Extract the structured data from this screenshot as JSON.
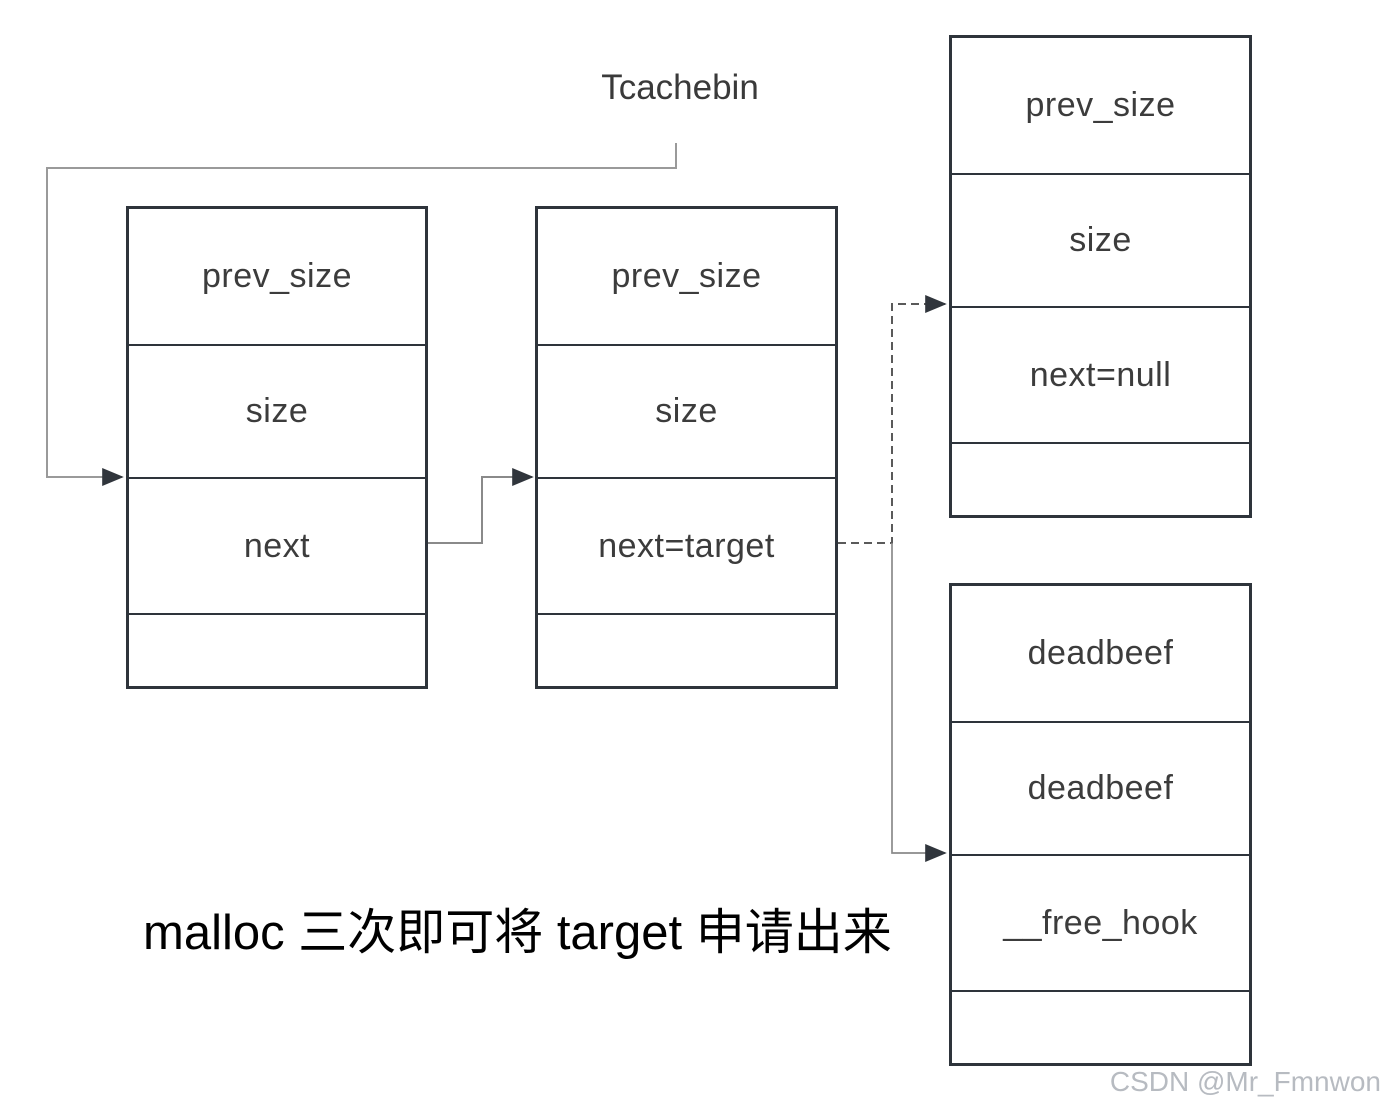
{
  "diagram": {
    "title": "Tcachebin",
    "caption": "malloc 三次即可将 target 申请出来",
    "watermark": "CSDN @Mr_Fmnwon",
    "chunks": [
      {
        "id": "chunk-1",
        "rows": [
          "prev_size",
          "size",
          "next",
          ""
        ]
      },
      {
        "id": "chunk-2",
        "rows": [
          "prev_size",
          "size",
          "next=target",
          ""
        ]
      },
      {
        "id": "chunk-3",
        "rows": [
          "prev_size",
          "size",
          "next=null",
          ""
        ]
      },
      {
        "id": "chunk-4",
        "rows": [
          "deadbeef",
          "deadbeef",
          "__free_hook",
          ""
        ]
      }
    ],
    "connections": [
      {
        "from": "Tcachebin",
        "to": "chunk-1.next",
        "style": "solid-gray"
      },
      {
        "from": "chunk-1.next",
        "to": "chunk-2.next",
        "style": "solid-gray"
      },
      {
        "from": "chunk-2.next=target",
        "to": "chunk-3.next=null",
        "style": "dashed"
      },
      {
        "from": "chunk-2.next=target",
        "to": "chunk-4.__free_hook",
        "style": "solid-thin"
      }
    ],
    "colors": {
      "box_border": "#2e343b",
      "box_text": "#3c3c3c",
      "caption_text": "#000000",
      "connector_gray": "#9a9a9a",
      "connector_dashed": "#5a5a5a",
      "arrowhead": "#30353c",
      "watermark": "#b7bbc1"
    }
  }
}
